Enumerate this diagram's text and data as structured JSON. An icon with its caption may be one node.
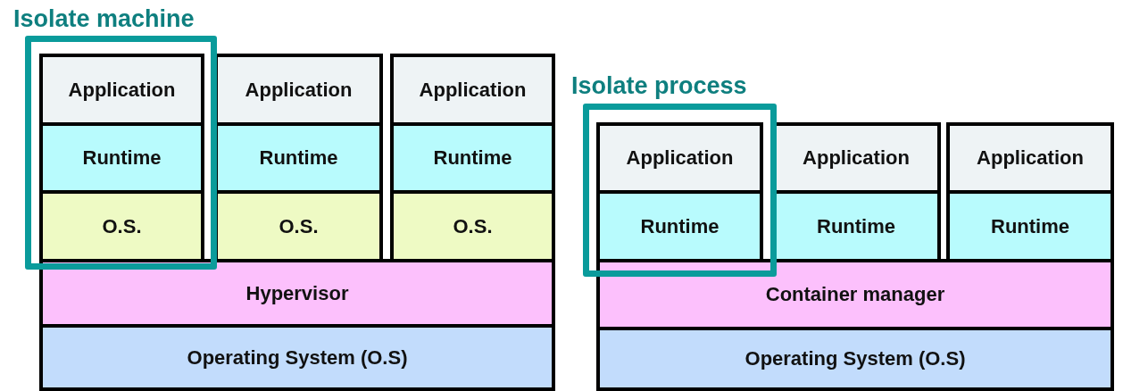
{
  "diagram": {
    "nodes": [
      {
        "text": [
          "Isolate machine"
        ]
      },
      {
        "text": [
          "Application"
        ],
        "in": 0
      },
      {
        "text": [
          "Runtime"
        ],
        "in": 0
      },
      {
        "text": [
          "O.S."
        ],
        "in": 0
      },
      {
        "text": [
          "Application"
        ]
      },
      {
        "text": [
          "Runtime"
        ]
      },
      {
        "text": [
          "O.S."
        ]
      },
      {
        "text": [
          "Application"
        ]
      },
      {
        "text": [
          "Runtime"
        ]
      },
      {
        "text": [
          "O.S."
        ]
      },
      {
        "text": [
          "Hypervisor"
        ]
      },
      {
        "text": [
          "Operating System (O.S)"
        ]
      },
      {
        "text": [
          "Isolate process"
        ]
      },
      {
        "text": [
          "Application"
        ],
        "in": 12
      },
      {
        "text": [
          "Runtime"
        ],
        "in": 12
      },
      {
        "text": [
          "Application"
        ]
      },
      {
        "text": [
          "Runtime"
        ]
      },
      {
        "text": [
          "Application"
        ]
      },
      {
        "text": [
          "Runtime"
        ]
      },
      {
        "text": [
          "Container manager"
        ]
      },
      {
        "text": [
          "Operating System (O.S)"
        ]
      }
    ]
  }
}
